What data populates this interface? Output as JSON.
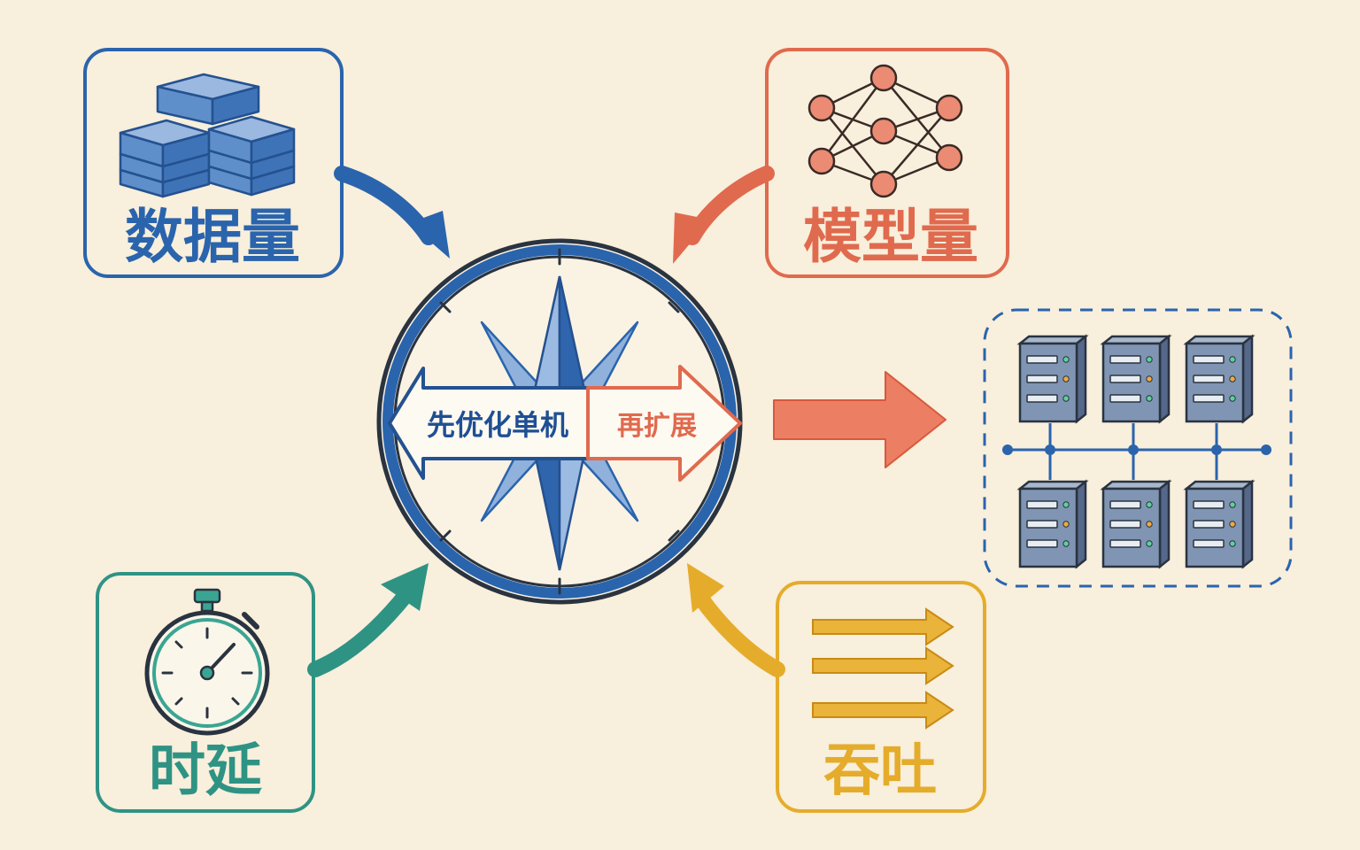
{
  "colors": {
    "background": "#f8efdc",
    "blue": "#2a64ad",
    "blue_fill": "#6c98cf",
    "red": "#e06a4e",
    "red_fill": "#ec9a83",
    "teal": "#2f9384",
    "yellow": "#e5ac2b",
    "dark": "#2a3340",
    "server_fill": "#7f95b3"
  },
  "cards": {
    "data_volume": {
      "label": "数据量",
      "icon": "database-blocks-icon"
    },
    "model_size": {
      "label": "模型量",
      "icon": "neural-network-icon"
    },
    "latency": {
      "label": "时延",
      "icon": "stopwatch-icon"
    },
    "throughput": {
      "label": "吞吐",
      "icon": "parallel-arrows-icon"
    }
  },
  "compass": {
    "left_label": "先优化单机",
    "right_label": "再扩展",
    "icon": "compass-rose-icon"
  },
  "cluster": {
    "icon": "server-cluster-icon",
    "server_count": 6
  }
}
